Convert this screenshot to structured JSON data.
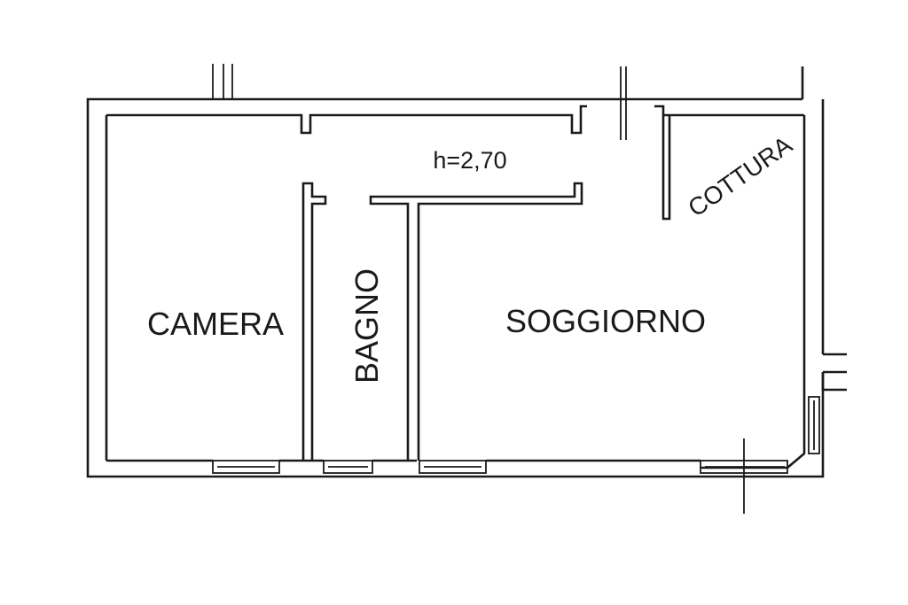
{
  "plan": {
    "rooms": [
      {
        "id": "camera",
        "label": "CAMERA"
      },
      {
        "id": "bagno",
        "label": "BAGNO"
      },
      {
        "id": "soggiorno",
        "label": "SOGGIORNO"
      },
      {
        "id": "cottura",
        "label": "COTTURA"
      }
    ],
    "ceiling_height": "h=2,70",
    "line_color": "#1a1a1a",
    "background": "#ffffff"
  }
}
